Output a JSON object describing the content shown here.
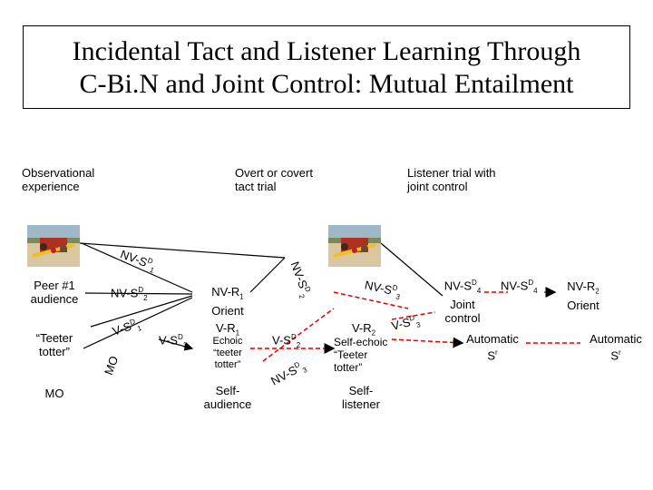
{
  "title": {
    "line1": "Incidental Tact and Listener Learning Through",
    "line2": "C-Bi.N and Joint Control: Mutual Entailment"
  },
  "headers": {
    "observational": [
      "Observational",
      "experience"
    ],
    "overt": [
      "Overt or covert",
      "tact trial"
    ],
    "listener": [
      "Listener trial with",
      "joint control"
    ]
  },
  "left": {
    "peer": [
      "Peer #1",
      "audience"
    ],
    "teeter": [
      "“Teeter",
      "totter”"
    ],
    "mo_bottom": "MO",
    "mo_rot": "MO"
  },
  "labels": {
    "nv_sd1_rot": "NV-S",
    "nv_sd2": "NV-S",
    "v_sd1_a": "V-S",
    "v_sd1_b": "V-S",
    "nv_r1": [
      "NV-R",
      "Orient"
    ],
    "v_r1": "V-R",
    "echoic": [
      "Echoic",
      "“teeter",
      "totter”"
    ],
    "self_audience": [
      "Self-",
      "audience"
    ],
    "nv_sd2_rot": "NV-S",
    "v_sd2": "V-S",
    "nv_sd3_rot": "NV-S",
    "nv_sd3_mid": "NV-S",
    "v_sd3": "V-S",
    "v_r2": "V-R",
    "self_echoic": [
      "Self-echoic",
      "“Teeter",
      "totter”"
    ],
    "self_listener": [
      "Self-",
      "listener"
    ],
    "nv_sd4": "NV-S",
    "joint": [
      "Joint",
      "control"
    ],
    "nv_sd4_b": "NV-S",
    "nv_r2": [
      "NV-R",
      "Orient"
    ],
    "auto1": [
      "Automatic",
      "S"
    ],
    "auto2": [
      "Automatic",
      "S"
    ]
  },
  "marks": {
    "sup_d": "D",
    "sup_r": "r",
    "s1": "1",
    "s2": "2",
    "s3": "3",
    "s4": "4"
  },
  "colors": {
    "red": "#e00000",
    "black": "#000000"
  }
}
